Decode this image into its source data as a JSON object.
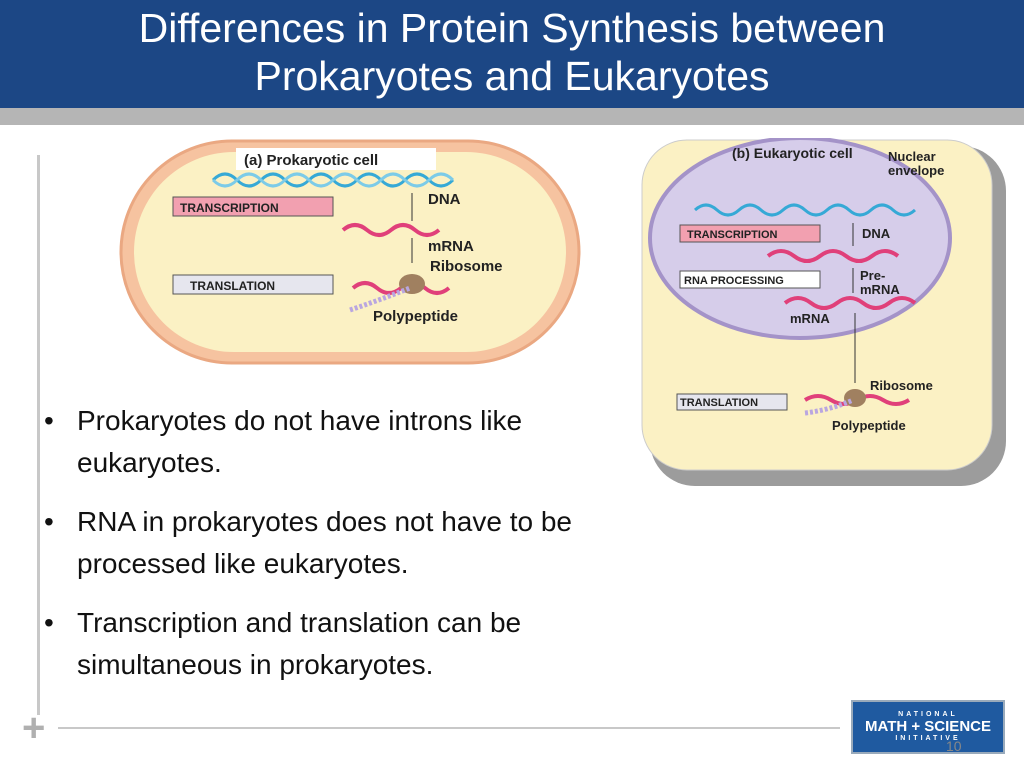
{
  "title": {
    "line1": "Differences in Protein Synthesis between",
    "line2": "Prokaryotes and Eukaryotes"
  },
  "figure_a": {
    "label": "(a) Prokaryotic cell",
    "transcription": "TRANSCRIPTION",
    "translation": "TRANSLATION",
    "dna": "DNA",
    "mrna": "mRNA",
    "ribosome": "Ribosome",
    "polypeptide": "Polypeptide"
  },
  "figure_b": {
    "label": "(b) Eukaryotic cell",
    "nuclear1": "Nuclear",
    "nuclear2": "envelope",
    "transcription": "TRANSCRIPTION",
    "rna_processing": "RNA PROCESSING",
    "translation": "TRANSLATION",
    "dna": "DNA",
    "pre": "Pre-",
    "pre2": "mRNA",
    "mrna": "mRNA",
    "ribosome": "Ribosome",
    "polypeptide": "Polypeptide"
  },
  "bullets": [
    "Prokaryotes do not have introns like eukaryotes.",
    "RNA in prokaryotes does not have to be processed like eukaryotes.",
    "Transcription and translation can be simultaneous in prokaryotes."
  ],
  "logo": {
    "top": "NATIONAL",
    "main": "MATH + SCIENCE",
    "bottom": "INITIATIVE"
  },
  "slide_number": "10"
}
